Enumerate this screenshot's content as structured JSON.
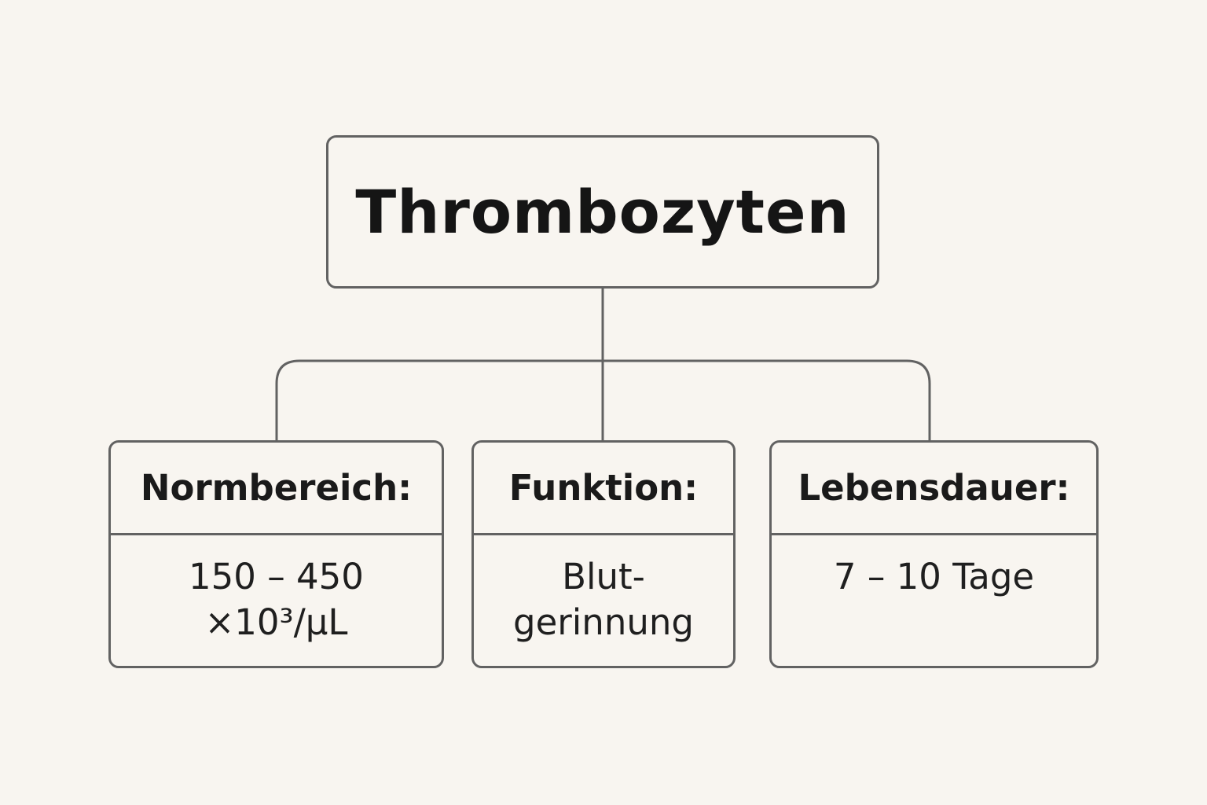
{
  "root": {
    "title": "Thrombozyten"
  },
  "children": [
    {
      "heading": "Normbereich:",
      "lines": [
        "150 – 450",
        "×10³/μL"
      ]
    },
    {
      "heading": "Funktion:",
      "lines": [
        "Blut-",
        "gerinnung"
      ]
    },
    {
      "heading": "Lebensdauer:",
      "lines": [
        "7 – 10 Tage"
      ]
    }
  ],
  "colors": {
    "background": "#f8f5f0",
    "border": "#626262",
    "text": "#1b1b1b"
  }
}
